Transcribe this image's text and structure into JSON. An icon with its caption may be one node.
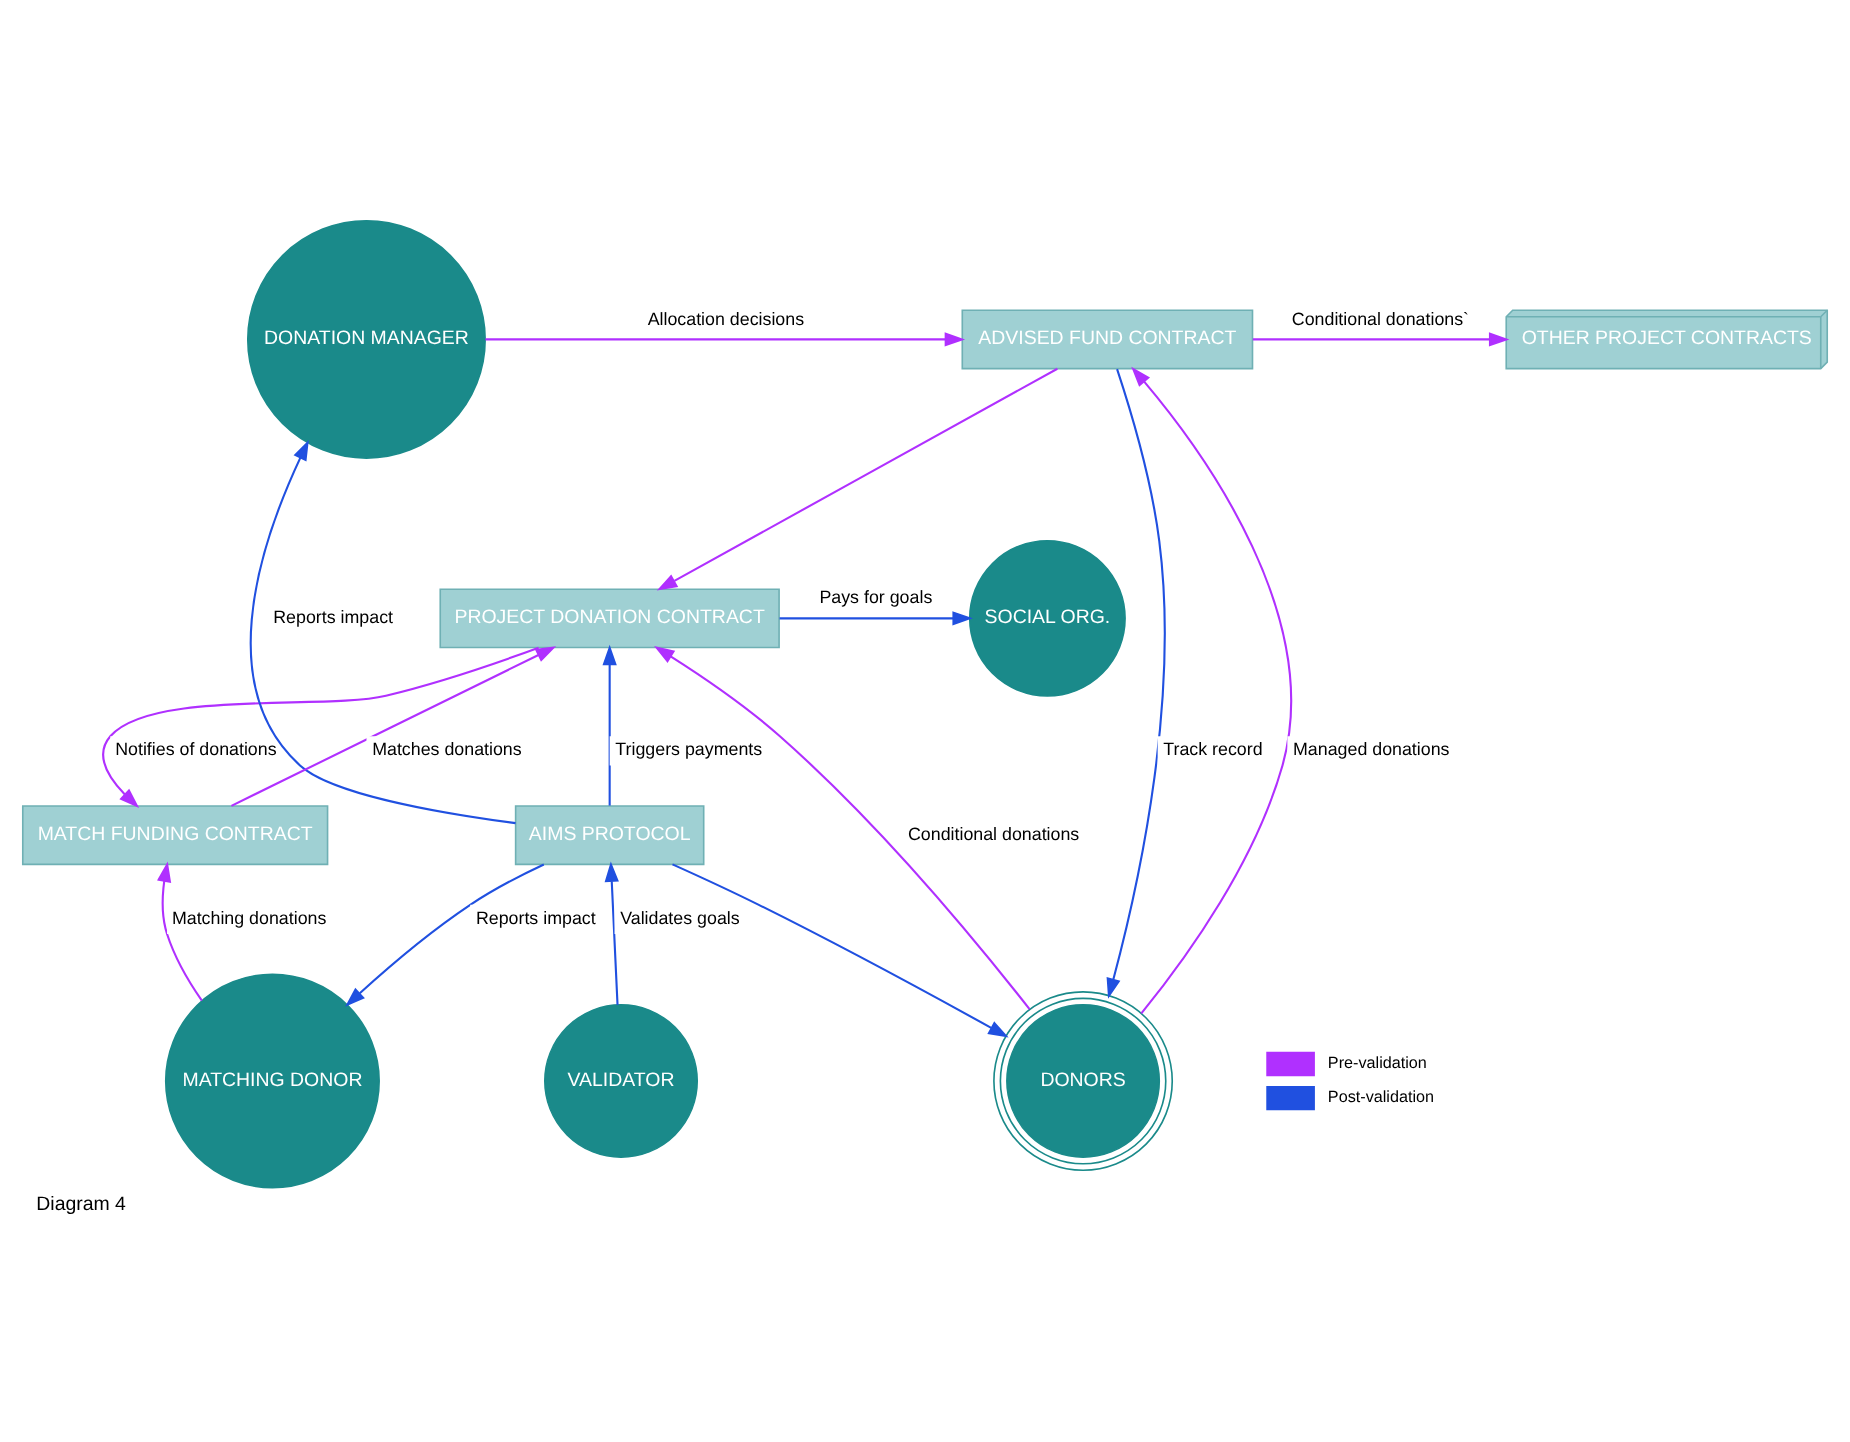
{
  "diagram": {
    "caption": "Diagram 4",
    "nodes": [
      {
        "text": [
          "DONATION MANAGER"
        ]
      },
      {
        "text": [
          "ADVISED FUND CONTRACT"
        ]
      },
      {
        "text": [
          "OTHER PROJECT CONTRACTS"
        ]
      },
      {
        "text": [
          "PROJECT DONATION CONTRACT"
        ]
      },
      {
        "text": [
          "SOCIAL ORG."
        ]
      },
      {
        "text": [
          "DONORS"
        ]
      },
      {
        "text": [
          "AIMS PROTOCOL"
        ]
      },
      {
        "text": [
          "MATCH FUNDING CONTRACT"
        ]
      },
      {
        "text": [
          "VALIDATOR"
        ]
      },
      {
        "text": [
          "MATCHING DONOR"
        ]
      }
    ],
    "edges": [
      {
        "from": 0,
        "to": 1,
        "arrow": "to",
        "label": "Allocation decisions"
      },
      {
        "from": 1,
        "to": 2,
        "arrow": "to",
        "label": "Conditional donations`"
      },
      {
        "from": 1,
        "to": 3,
        "arrow": "to"
      },
      {
        "from": 1,
        "to": 5,
        "arrow": "to",
        "label": "Track record",
        "color": "#2050e0"
      },
      {
        "from": 5,
        "to": 1,
        "arrow": "to",
        "label": "Managed donations"
      },
      {
        "from": 5,
        "to": 3,
        "arrow": "to",
        "label": "Conditional donations"
      },
      {
        "from": 3,
        "to": 4,
        "arrow": "to",
        "label": "Pays for goals",
        "color": "#2050e0"
      },
      {
        "from": 6,
        "to": 3,
        "arrow": "to",
        "label": "Triggers payments",
        "color": "#2050e0"
      },
      {
        "from": 3,
        "to": 7,
        "arrow": "to",
        "label": "Notifies of donations"
      },
      {
        "from": 7,
        "to": 3,
        "arrow": "to",
        "label": "Matches donations"
      },
      {
        "from": 6,
        "to": 0,
        "arrow": "to",
        "label": "Reports impact",
        "color": "#2050e0"
      },
      {
        "from": 6,
        "to": 5,
        "arrow": "to",
        "color": "#2050e0"
      },
      {
        "from": 8,
        "to": 6,
        "arrow": "to",
        "label": "Validates goals",
        "color": "#2050e0"
      },
      {
        "from": 6,
        "to": 9,
        "arrow": "to",
        "label": "Reports impact",
        "color": "#2050e0"
      },
      {
        "from": 9,
        "to": 7,
        "arrow": "to",
        "label": "Matching donations"
      }
    ],
    "legend": [
      {
        "text": "Pre-validation",
        "color": "#b030ff"
      },
      {
        "text": "Post-validation",
        "color": "#2050e0"
      }
    ]
  }
}
